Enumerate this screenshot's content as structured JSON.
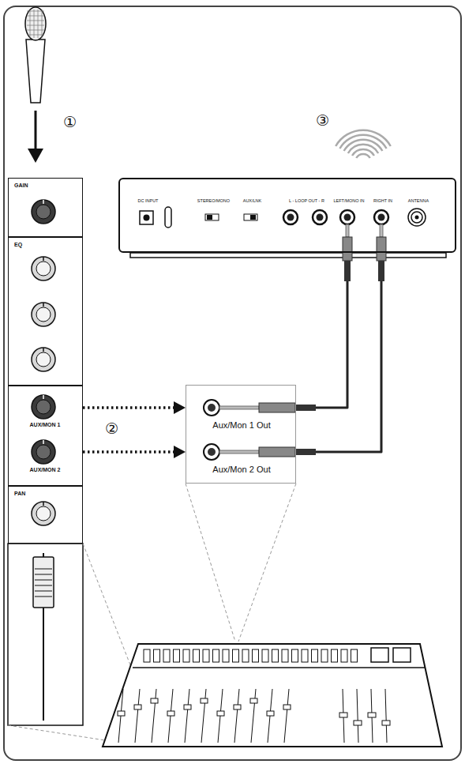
{
  "diagram": {
    "nodes": [
      {
        "text": [
          "GAIN"
        ]
      },
      {
        "text": [
          "EQ"
        ]
      },
      {
        "text": [
          "AUX/MON 1",
          "AUX/MON 2"
        ]
      },
      {
        "text": [
          "PAN"
        ]
      },
      {
        "text": [
          "Aux/Mon 1 Out",
          "Aux/Mon 2 Out"
        ]
      },
      {
        "text": [
          "DC INPUT",
          "STEREO/MONO",
          "AUX/LNK",
          "L - LOOP OUT - R",
          "LEFT/MONO IN",
          "RIGHT IN",
          "ANTENNA"
        ]
      }
    ],
    "edges": [
      {
        "from": 2,
        "to": 4,
        "arrow": "to"
      },
      {
        "from": 2,
        "to": 4,
        "arrow": "to"
      },
      {
        "from": 4,
        "to": 5,
        "arrow": "none"
      },
      {
        "from": 4,
        "to": 5,
        "arrow": "none"
      }
    ],
    "labels": [
      "①",
      "②",
      "③"
    ]
  }
}
